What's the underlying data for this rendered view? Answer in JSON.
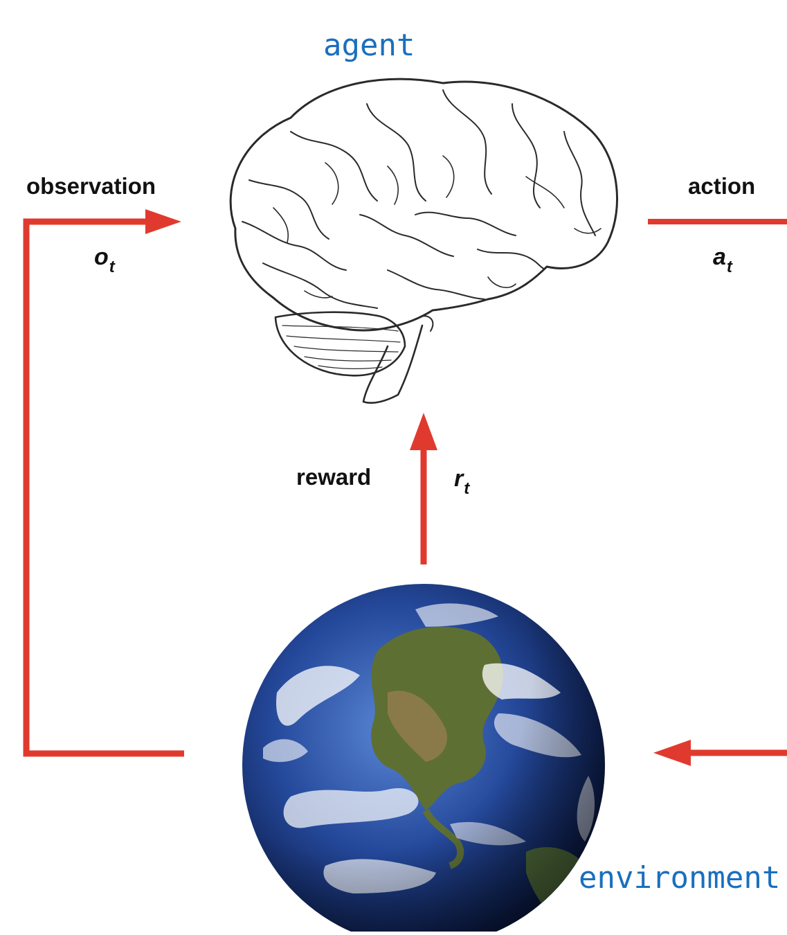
{
  "labels": {
    "agent": "agent",
    "environment": "environment",
    "observation": "observation",
    "observation_symbol": "o",
    "observation_subscript": "t",
    "action": "action",
    "action_symbol": "a",
    "action_subscript": "t",
    "reward": "reward",
    "reward_symbol": "r",
    "reward_subscript": "t"
  },
  "colors": {
    "arrow": "#e03a2f",
    "label_blue": "#1a6fbf",
    "text": "#111111",
    "ocean": "#1d3f8f",
    "land": "#4e6a2e"
  },
  "icons": {
    "agent_image": "brain-illustration",
    "environment_image": "earth-globe"
  }
}
